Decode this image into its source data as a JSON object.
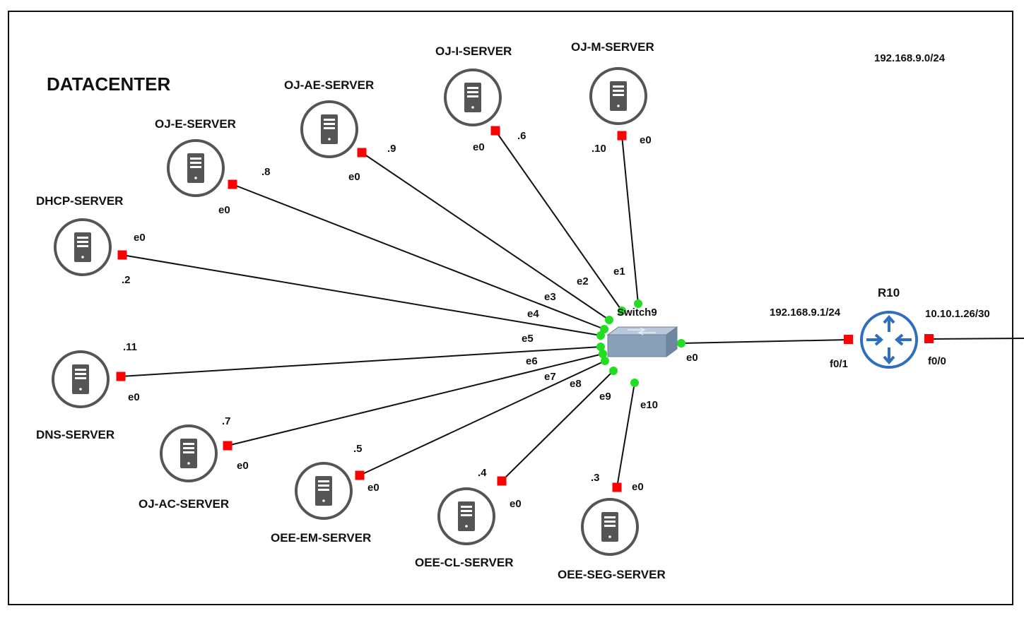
{
  "diagram": {
    "title": "DATACENTER",
    "subnet_label": "192.168.9.0/24",
    "colors": {
      "line": "#111111",
      "server_ring": "#555555",
      "server_body": "#555555",
      "port_red": "#ff0000",
      "port_green": "#22dd22",
      "router_blue": "#2f6dbf",
      "switch_gray": "#8aa0b8",
      "frame": "#111111"
    },
    "switch": {
      "name": "Switch9",
      "uplink_port": "e0"
    },
    "router": {
      "name": "R10",
      "lan_port": "f0/1",
      "wan_port": "f0/0",
      "lan_ip": "192.168.9.1/24",
      "wan_ip": "10.10.1.26/30"
    },
    "servers": [
      {
        "id": "oj-m",
        "name": "OJ-M-SERVER",
        "ip": ".10",
        "iface": "e0",
        "switch_port": "e1",
        "icon": "server-icon"
      },
      {
        "id": "oj-i",
        "name": "OJ-I-SERVER",
        "ip": ".6",
        "iface": "e0",
        "switch_port": "e2",
        "icon": "server-icon"
      },
      {
        "id": "oj-ae",
        "name": "OJ-AE-SERVER",
        "ip": ".9",
        "iface": "e0",
        "switch_port": "e3",
        "icon": "server-icon"
      },
      {
        "id": "oj-e",
        "name": "OJ-E-SERVER",
        "ip": ".8",
        "iface": "e0",
        "switch_port": "e4",
        "icon": "server-icon"
      },
      {
        "id": "dhcp",
        "name": "DHCP-SERVER",
        "ip": ".2",
        "iface": "e0",
        "switch_port": "e5",
        "icon": "server-icon"
      },
      {
        "id": "dns",
        "name": "DNS-SERVER",
        "ip": ".11",
        "iface": "e0",
        "switch_port": "e6",
        "icon": "server-icon"
      },
      {
        "id": "oj-ac",
        "name": "OJ-AC-SERVER",
        "ip": ".7",
        "iface": "e0",
        "switch_port": "e7",
        "icon": "server-icon"
      },
      {
        "id": "oee-em",
        "name": "OEE-EM-SERVER",
        "ip": ".5",
        "iface": "e0",
        "switch_port": "e8",
        "icon": "server-icon"
      },
      {
        "id": "oee-cl",
        "name": "OEE-CL-SERVER",
        "ip": ".4",
        "iface": "e0",
        "switch_port": "e9",
        "icon": "server-icon"
      },
      {
        "id": "oee-seg",
        "name": "OEE-SEG-SERVER",
        "ip": ".3",
        "iface": "e0",
        "switch_port": "e10",
        "icon": "server-icon"
      }
    ]
  }
}
